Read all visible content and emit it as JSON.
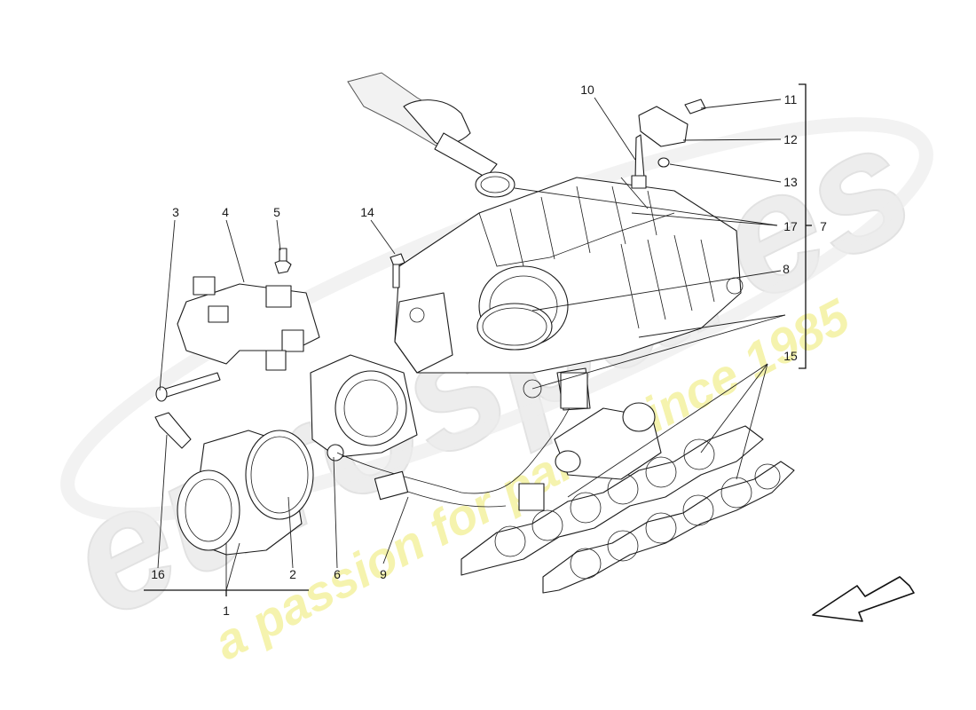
{
  "watermark": {
    "brand": "eurospares",
    "tagline": "a passion for parts since 1985",
    "brand_color": "#e6e6e6",
    "tagline_color": "#f3f19a"
  },
  "callouts": [
    {
      "id": "c1",
      "label": "1"
    },
    {
      "id": "c2",
      "label": "2"
    },
    {
      "id": "c3",
      "label": "3"
    },
    {
      "id": "c4",
      "label": "4"
    },
    {
      "id": "c5",
      "label": "5"
    },
    {
      "id": "c6",
      "label": "6"
    },
    {
      "id": "c7",
      "label": "7"
    },
    {
      "id": "c8",
      "label": "8"
    },
    {
      "id": "c9",
      "label": "9"
    },
    {
      "id": "c10",
      "label": "10"
    },
    {
      "id": "c11",
      "label": "11"
    },
    {
      "id": "c12",
      "label": "12"
    },
    {
      "id": "c13",
      "label": "13"
    },
    {
      "id": "c14",
      "label": "14"
    },
    {
      "id": "c15",
      "label": "15"
    },
    {
      "id": "c16",
      "label": "16"
    },
    {
      "id": "c17",
      "label": "17"
    }
  ],
  "icons": {
    "direction": "direction-arrow-icon"
  }
}
